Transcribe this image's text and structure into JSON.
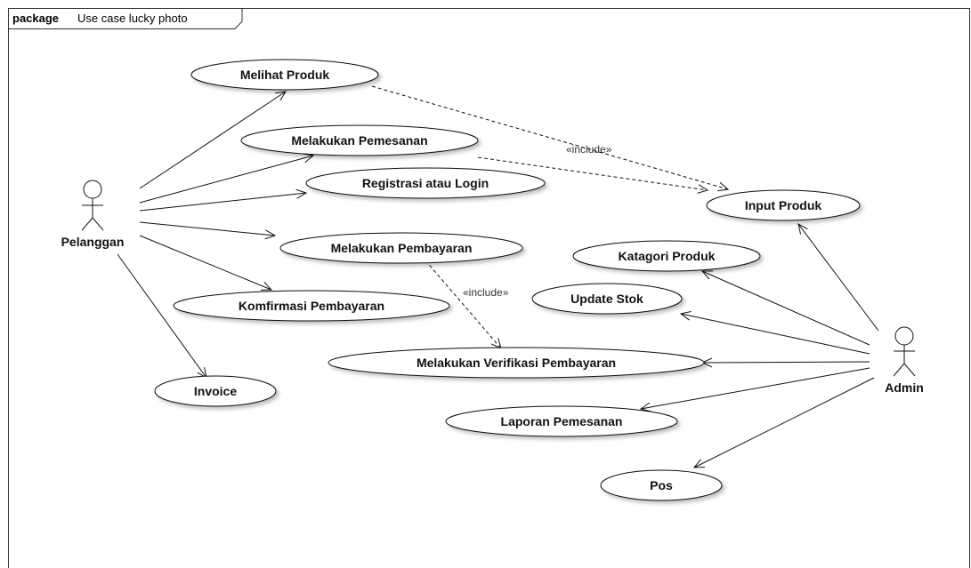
{
  "package": {
    "keyword": "package",
    "name": "Use case lucky photo"
  },
  "actors": {
    "pelanggan": {
      "label": "Pelanggan"
    },
    "admin": {
      "label": "Admin"
    }
  },
  "use_cases": {
    "melihat_produk": "Melihat Produk",
    "melakukan_pemesanan": "Melakukan Pemesanan",
    "registrasi_login": "Registrasi atau Login",
    "melakukan_pembayaran": "Melakukan Pembayaran",
    "komfirmasi_pembayaran": "Komfirmasi Pembayaran",
    "invoice": "Invoice",
    "input_produk": "Input Produk",
    "katagori_produk": "Katagori Produk",
    "update_stok": "Update Stok",
    "verifikasi_pembayaran": "Melakukan Verifikasi Pembayaran",
    "laporan_pemesanan": "Laporan Pemesanan",
    "pos": "Pos"
  },
  "relationships": {
    "include_label_1": "«include»",
    "include_label_2": "«include»"
  }
}
